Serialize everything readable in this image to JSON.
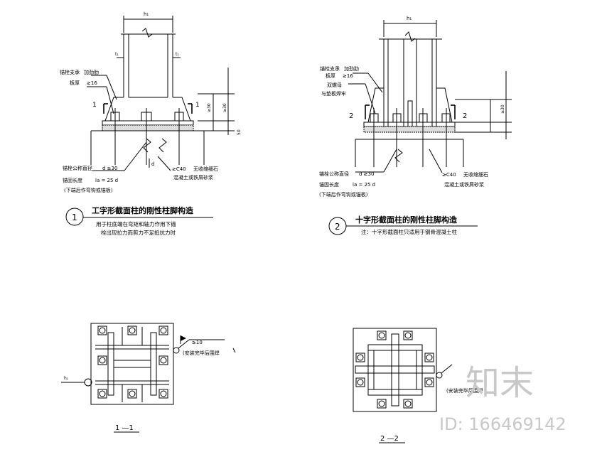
{
  "detail1": {
    "number": "1",
    "title": "工字形截面柱的刚性柱脚构造",
    "note_line1": "用于柱底端在弯矩和轴力作用下锚",
    "note_line2": "栓出现拉力而剪力不足抵抗力时",
    "label_bolt_support": "锚栓支承",
    "label_stiffener": "加劲肋",
    "label_plate_thickness": "板厚",
    "label_ge16": "≥16",
    "label_bolt_dia": "锚栓公称直径",
    "label_d_ge30": "d ≥30",
    "label_anchor_length": "锚固长度",
    "label_la": "la = 25 d",
    "label_lower_end": "(下端后作弯钩或锚板)",
    "label_c40": "≥C40",
    "label_grout1": "无收缩细石",
    "label_grout2": "混凝土或铁屑砂浆",
    "dim_h": "h₁",
    "dim_t": "t₁",
    "dim_ge30": "≥30",
    "dim_50": "50",
    "dim_d": "d",
    "mark_1": "1"
  },
  "detail2": {
    "number": "2",
    "title": "十字形截面柱的刚性柱脚构造",
    "note": "注：十字形截面柱只适用于钢骨混凝土柱",
    "label_bolt_support": "锚栓支承",
    "label_stiffener": "加劲肋",
    "label_plate_thickness": "板厚",
    "label_ge16": "≥16",
    "label_double_nut": "双螺母",
    "label_weld_nut": "与垫板焊牢",
    "label_bolt_dia": "锚栓公称直径",
    "label_d_ge30": "d ≥30",
    "label_anchor_length": "锚固长度",
    "label_la": "la = 25 d",
    "label_lower_end": "(下端后作弯钩或锚板)",
    "label_c40": "≥C40",
    "label_grout1": "无收缩细石",
    "label_grout2": "混凝土或铁屑砂浆",
    "dim_h": "h₁",
    "dim_ge30": "≥30",
    "mark_2": "2"
  },
  "section1": {
    "caption": "1 —1",
    "weld_label": "≥10",
    "install_note": "(安装完毕后围焊",
    "dim_h": "h₁"
  },
  "section2": {
    "caption": "2 —2",
    "install_note": "(安装完毕后围焊"
  },
  "watermark": {
    "logo_text": "知末",
    "id_text": "ID: 166469142"
  }
}
